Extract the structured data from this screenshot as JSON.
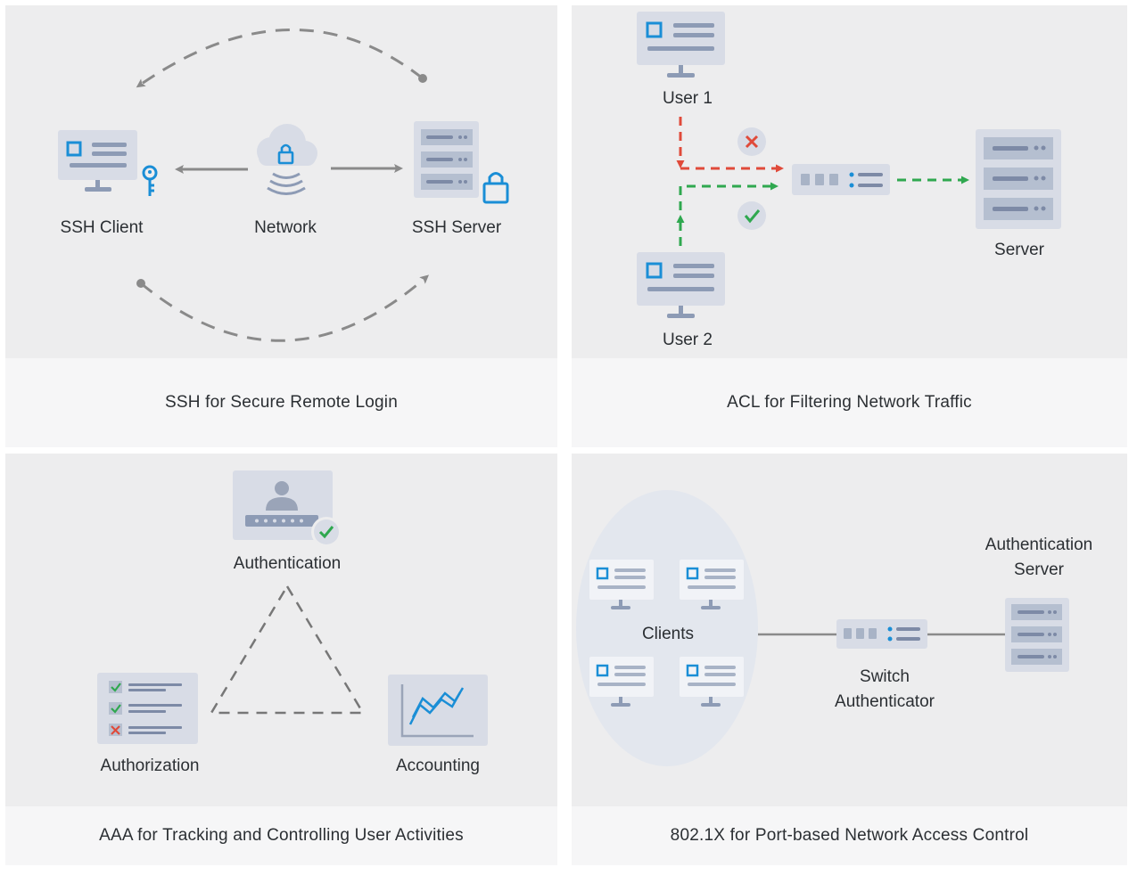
{
  "panels": {
    "ssh": {
      "caption": "SSH for Secure Remote Login",
      "client_label": "SSH Client",
      "network_label": "Network",
      "server_label": "SSH Server"
    },
    "acl": {
      "caption": "ACL for Filtering Network Traffic",
      "user1_label": "User 1",
      "user2_label": "User 2",
      "server_label": "Server"
    },
    "aaa": {
      "caption": "AAA for Tracking and Controlling User Activities",
      "authentication_label": "Authentication",
      "authorization_label": "Authorization",
      "accounting_label": "Accounting"
    },
    "dot1x": {
      "caption": "802.1X for Port-based Network Access Control",
      "clients_label": "Clients",
      "switch_label_line1": "Switch",
      "switch_label_line2": "Authenticator",
      "auth_server_label_line1": "Authentication",
      "auth_server_label_line2": "Server"
    }
  },
  "colors": {
    "panel_bg": "#ededee",
    "caption_bg": "#f6f6f7",
    "device": "#d8dce6",
    "device_line": "#8d9bb5",
    "accent_blue": "#1a8ed6",
    "arrow_gray": "#8a8a8a",
    "deny_red": "#e04a3a",
    "permit_green": "#2fa84f"
  }
}
